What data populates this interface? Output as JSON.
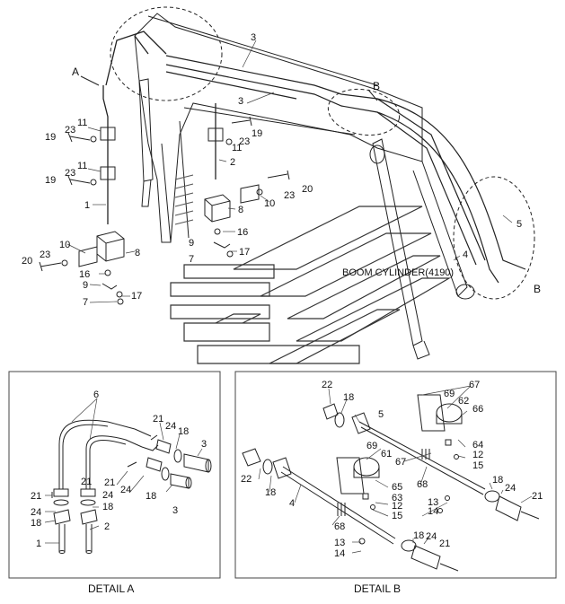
{
  "detail_boxes": {
    "a_caption": "DETAIL A",
    "b_caption": "DETAIL B"
  },
  "callouts": {
    "a": "A",
    "b": "B",
    "b_lower": "B",
    "boom_cylinder": "BOOM CYLINDER(4190)"
  },
  "main_labels": [
    {
      "id": "m3a",
      "text": "3"
    },
    {
      "id": "m3b",
      "text": "3"
    },
    {
      "id": "m11a",
      "text": "11"
    },
    {
      "id": "m23a",
      "text": "23"
    },
    {
      "id": "m19a",
      "text": "19"
    },
    {
      "id": "m11b",
      "text": "11"
    },
    {
      "id": "m23b",
      "text": "23"
    },
    {
      "id": "m19b",
      "text": "19"
    },
    {
      "id": "m1",
      "text": "1"
    },
    {
      "id": "m10",
      "text": "10"
    },
    {
      "id": "m23c",
      "text": "23"
    },
    {
      "id": "m20a",
      "text": "20"
    },
    {
      "id": "m8a",
      "text": "8"
    },
    {
      "id": "m16a",
      "text": "16"
    },
    {
      "id": "m9a",
      "text": "9"
    },
    {
      "id": "m17a",
      "text": "17"
    },
    {
      "id": "m7a",
      "text": "7"
    },
    {
      "id": "m23d",
      "text": "23"
    },
    {
      "id": "m19c",
      "text": "19"
    },
    {
      "id": "m11c",
      "text": "11"
    },
    {
      "id": "m2",
      "text": "2"
    },
    {
      "id": "m20b",
      "text": "20"
    },
    {
      "id": "m23e",
      "text": "23"
    },
    {
      "id": "m10b",
      "text": "10"
    },
    {
      "id": "m8b",
      "text": "8"
    },
    {
      "id": "m16b",
      "text": "16"
    },
    {
      "id": "m9b",
      "text": "9"
    },
    {
      "id": "m17b",
      "text": "17"
    },
    {
      "id": "m7b",
      "text": "7"
    },
    {
      "id": "m5",
      "text": "5"
    },
    {
      "id": "m4",
      "text": "4"
    }
  ],
  "detail_a_labels": [
    {
      "id": "a6",
      "text": "6"
    },
    {
      "id": "a21a",
      "text": "21"
    },
    {
      "id": "a24a",
      "text": "24"
    },
    {
      "id": "a18a",
      "text": "18"
    },
    {
      "id": "a3a",
      "text": "3"
    },
    {
      "id": "a21b",
      "text": "21"
    },
    {
      "id": "a24b",
      "text": "24"
    },
    {
      "id": "a18b",
      "text": "18"
    },
    {
      "id": "a3b",
      "text": "3"
    },
    {
      "id": "a21c",
      "text": "21"
    },
    {
      "id": "a24c",
      "text": "24"
    },
    {
      "id": "a18c",
      "text": "18"
    },
    {
      "id": "a21d",
      "text": "21"
    },
    {
      "id": "a24d",
      "text": "24"
    },
    {
      "id": "a18d",
      "text": "18"
    },
    {
      "id": "a1",
      "text": "1"
    },
    {
      "id": "a2",
      "text": "2"
    }
  ],
  "detail_b_labels": [
    {
      "id": "b22a",
      "text": "22"
    },
    {
      "id": "b18a",
      "text": "18"
    },
    {
      "id": "b67a",
      "text": "67"
    },
    {
      "id": "b69a",
      "text": "69"
    },
    {
      "id": "b62",
      "text": "62"
    },
    {
      "id": "b5",
      "text": "5"
    },
    {
      "id": "b66",
      "text": "66"
    },
    {
      "id": "b64",
      "text": "64"
    },
    {
      "id": "b12a",
      "text": "12"
    },
    {
      "id": "b15a",
      "text": "15"
    },
    {
      "id": "b69b",
      "text": "69"
    },
    {
      "id": "b61",
      "text": "61"
    },
    {
      "id": "b67b",
      "text": "67"
    },
    {
      "id": "b22b",
      "text": "22"
    },
    {
      "id": "b18b",
      "text": "18"
    },
    {
      "id": "b4",
      "text": "4"
    },
    {
      "id": "b65",
      "text": "65"
    },
    {
      "id": "b63",
      "text": "63"
    },
    {
      "id": "b12b",
      "text": "12"
    },
    {
      "id": "b15b",
      "text": "15"
    },
    {
      "id": "b68a",
      "text": "68"
    },
    {
      "id": "b13a",
      "text": "13"
    },
    {
      "id": "b14a",
      "text": "14"
    },
    {
      "id": "b18c",
      "text": "18"
    },
    {
      "id": "b24a",
      "text": "24"
    },
    {
      "id": "b21a",
      "text": "21"
    },
    {
      "id": "b68b",
      "text": "68"
    },
    {
      "id": "b13b",
      "text": "13"
    },
    {
      "id": "b14b",
      "text": "14"
    },
    {
      "id": "b18d",
      "text": "18"
    },
    {
      "id": "b24b",
      "text": "24"
    },
    {
      "id": "b21b",
      "text": "21"
    }
  ]
}
